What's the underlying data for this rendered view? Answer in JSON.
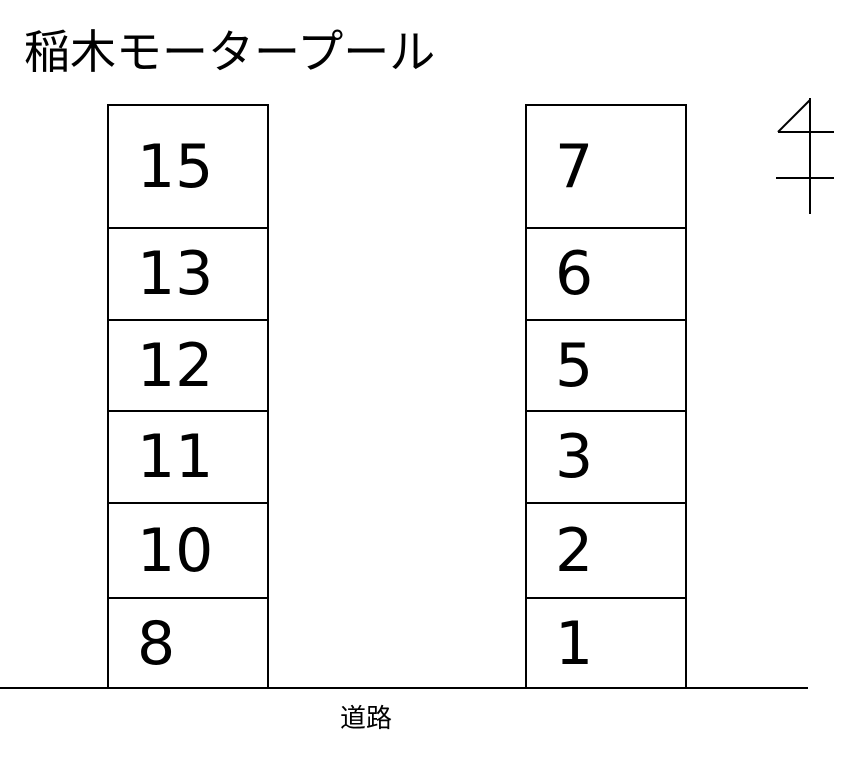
{
  "title": "稲木モータープール",
  "road_label": "道路",
  "north_icon": "north-arrow-icon",
  "left_column": [
    {
      "number": "15"
    },
    {
      "number": "13"
    },
    {
      "number": "12"
    },
    {
      "number": "11"
    },
    {
      "number": "10"
    },
    {
      "number": "8"
    }
  ],
  "right_column": [
    {
      "number": "7"
    },
    {
      "number": "6"
    },
    {
      "number": "5"
    },
    {
      "number": "3"
    },
    {
      "number": "2"
    },
    {
      "number": "1"
    }
  ]
}
